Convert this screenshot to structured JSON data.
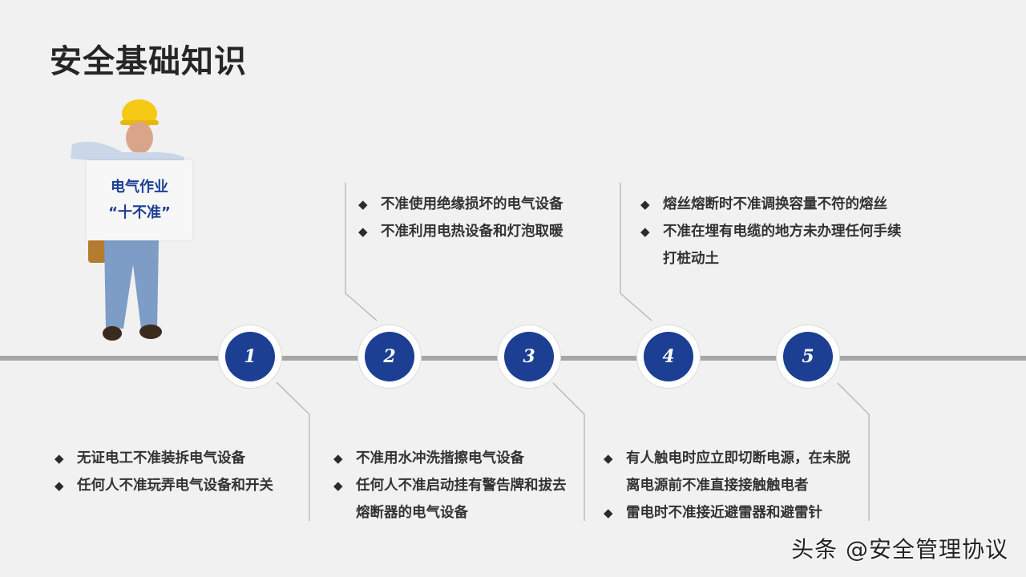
{
  "title": "安全基础知识",
  "illustration": {
    "sign_line1": "电气作业",
    "sign_line2": "“十不准”",
    "icon": "construction-worker-holding-sign"
  },
  "bullet_icon": "◆",
  "nodes": [
    {
      "number": "1"
    },
    {
      "number": "2"
    },
    {
      "number": "3"
    },
    {
      "number": "4"
    },
    {
      "number": "5"
    }
  ],
  "blocks": {
    "b1": {
      "items": [
        "无证电工不准装拆电气设备",
        "任何人不准玩弄电气设备和开关"
      ]
    },
    "b2": {
      "items": [
        "不准使用绝缘损坏的电气设备",
        "不准利用电热设备和灯泡取暖"
      ]
    },
    "b3": {
      "items": [
        "不准用水冲洗揩擦电气设备",
        "任何人不准启动挂有警告牌和拔去熔断器的电气设备"
      ]
    },
    "b4": {
      "items": [
        "熔丝熔断时不准调换容量不符的熔丝",
        "不准在埋有电缆的地方未办理任何手续打桩动土"
      ]
    },
    "b5": {
      "items": [
        "有人触电时应立即切断电源，在未脱离电源前不准直接接触触电者",
        "雷电时不准接近避雷器和避雷针"
      ]
    }
  },
  "watermark": "头条 @安全管理协议",
  "colors": {
    "accent": "#1c3f94",
    "bar": "#a6a6a6",
    "background": "#f1f1f1"
  }
}
